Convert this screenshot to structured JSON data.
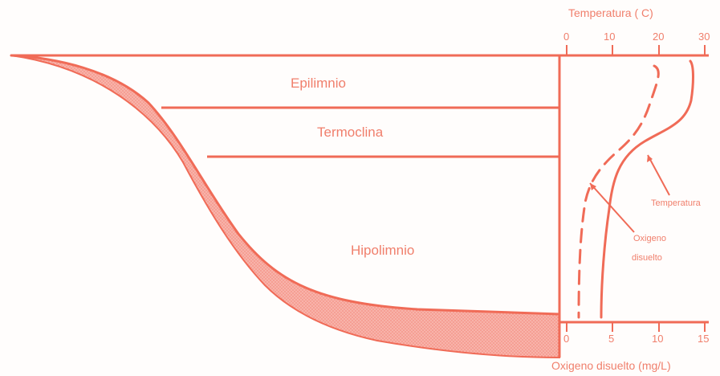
{
  "colors": {
    "line": "#f06b57",
    "text": "#f07f6c",
    "sediment": "#f48f82",
    "background": "#fffdfc"
  },
  "layers": {
    "epilimnion": "Epilimnio",
    "thermocline": "Termoclina",
    "hypolimnion": "Hipolimnio"
  },
  "top_axis": {
    "title": "Temperatura ( C)",
    "ticks": [
      "0",
      "10",
      "20",
      "30"
    ]
  },
  "bottom_axis": {
    "title": "Oxigeno disuelto (mg/L)",
    "ticks": [
      "0",
      "5",
      "10",
      "15"
    ]
  },
  "annotations": {
    "temperature": "Temperatura",
    "oxygen_line1": "Oxigeno",
    "oxygen_line2": "disuelto"
  }
}
